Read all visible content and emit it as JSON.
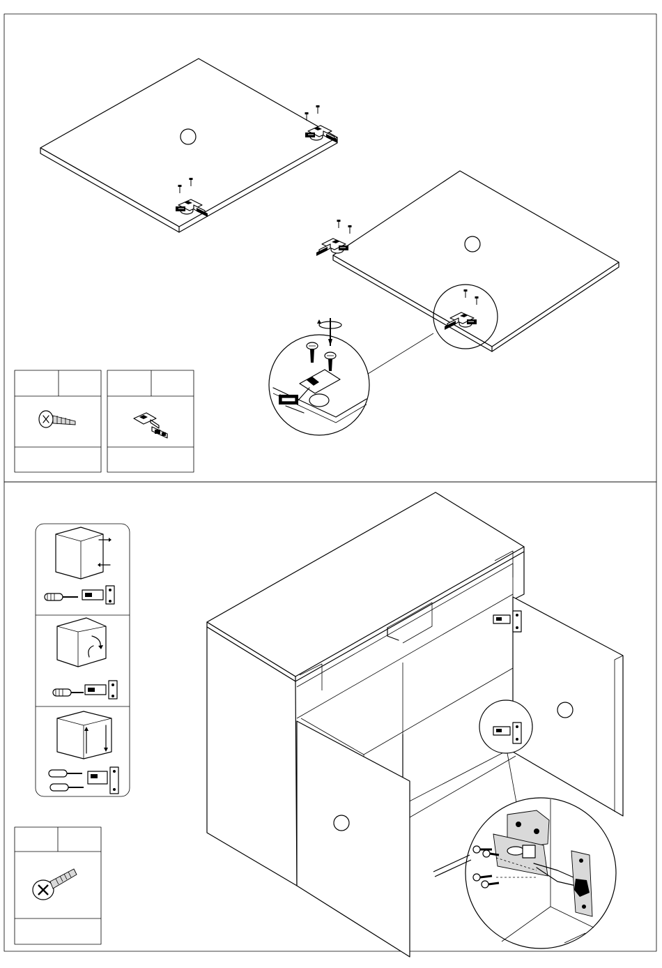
{
  "step_upper": {
    "parts_table_screw": {
      "qty": "",
      "code": "",
      "footer": ""
    },
    "parts_table_hinge": {
      "qty": "",
      "code": "",
      "footer": ""
    }
  },
  "step_lower": {
    "adjust_panels": [
      "depth-adjust",
      "side-adjust",
      "height-adjust"
    ],
    "parts_table_screw": {
      "qty": "",
      "code": "",
      "footer": ""
    }
  }
}
